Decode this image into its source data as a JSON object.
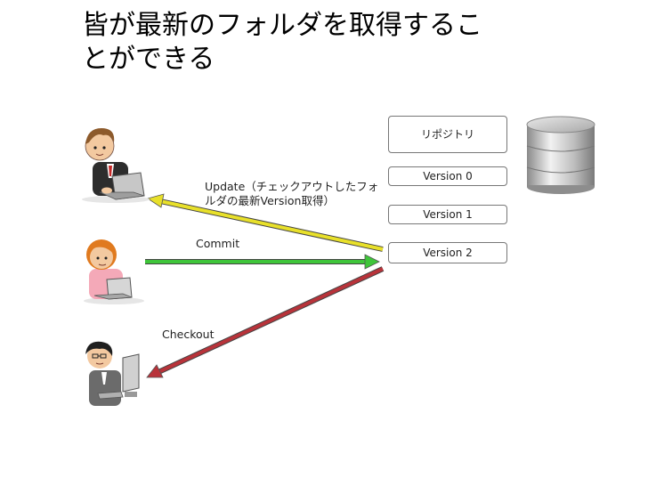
{
  "slide": {
    "title_line1": "皆が最新のフォルダを取得するこ",
    "title_line2": "とができる"
  },
  "repository": {
    "header": "リポジトリ",
    "versions": [
      "Version 0",
      "Version 1",
      "Version 2"
    ]
  },
  "arrows": {
    "update_label_line1": "Update（チェックアウトしたフォ",
    "update_label_line2": "ルダの最新Version取得）",
    "commit_label": "Commit",
    "checkout_label": "Checkout"
  },
  "colors": {
    "update_arrow": "#e8e02a",
    "commit_arrow": "#3fc53a",
    "checkout_arrow": "#b8333a"
  },
  "icons": [
    "user-laptop-male-icon",
    "user-laptop-female-icon",
    "user-desktop-male-icon",
    "database-icon"
  ]
}
